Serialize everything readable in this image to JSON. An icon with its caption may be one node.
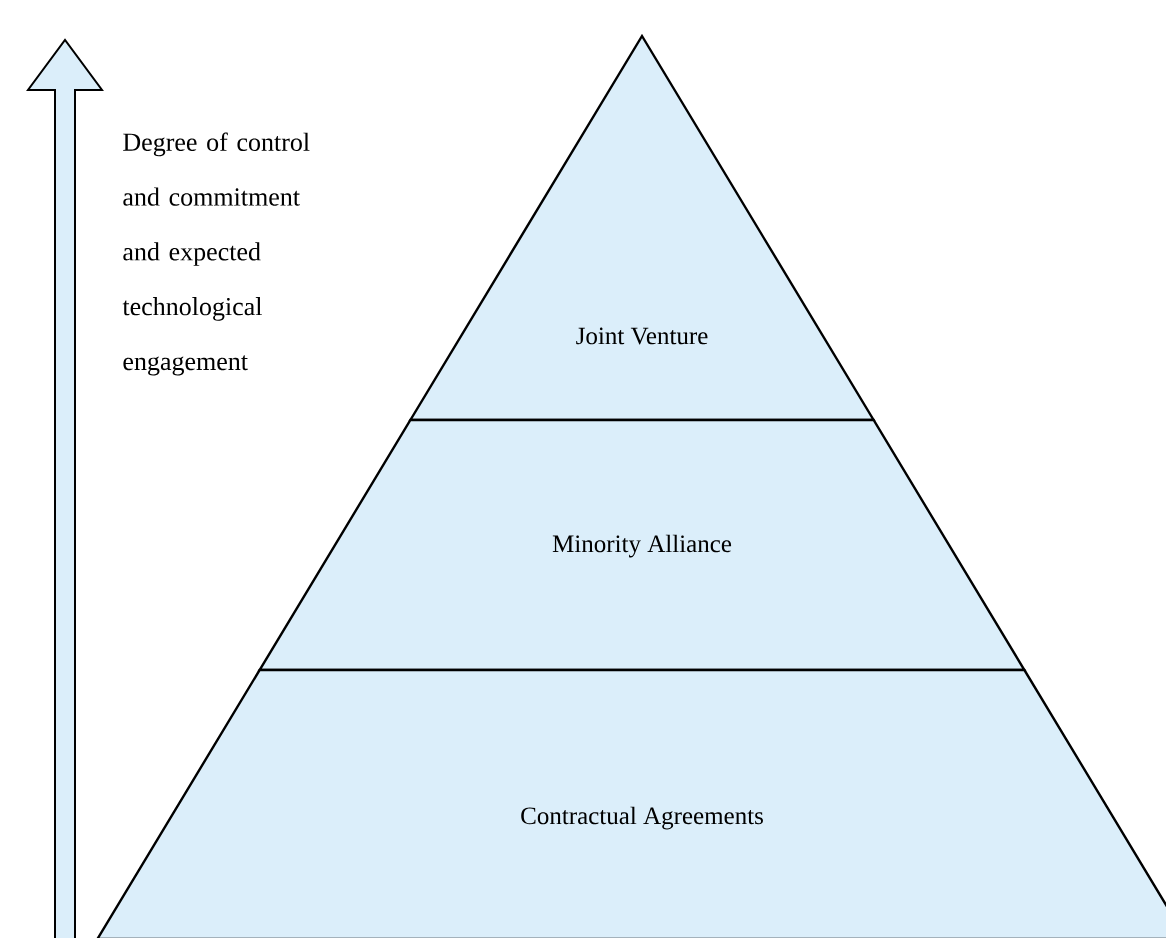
{
  "diagram": {
    "nodes": [
      {
        "text": [
          "Joint Venture"
        ]
      },
      {
        "text": [
          "Minority Alliance"
        ]
      },
      {
        "text": [
          "Contractual Agreements"
        ]
      }
    ],
    "labels": [
      "Degree of control and commitment and expected technological engagement"
    ]
  }
}
